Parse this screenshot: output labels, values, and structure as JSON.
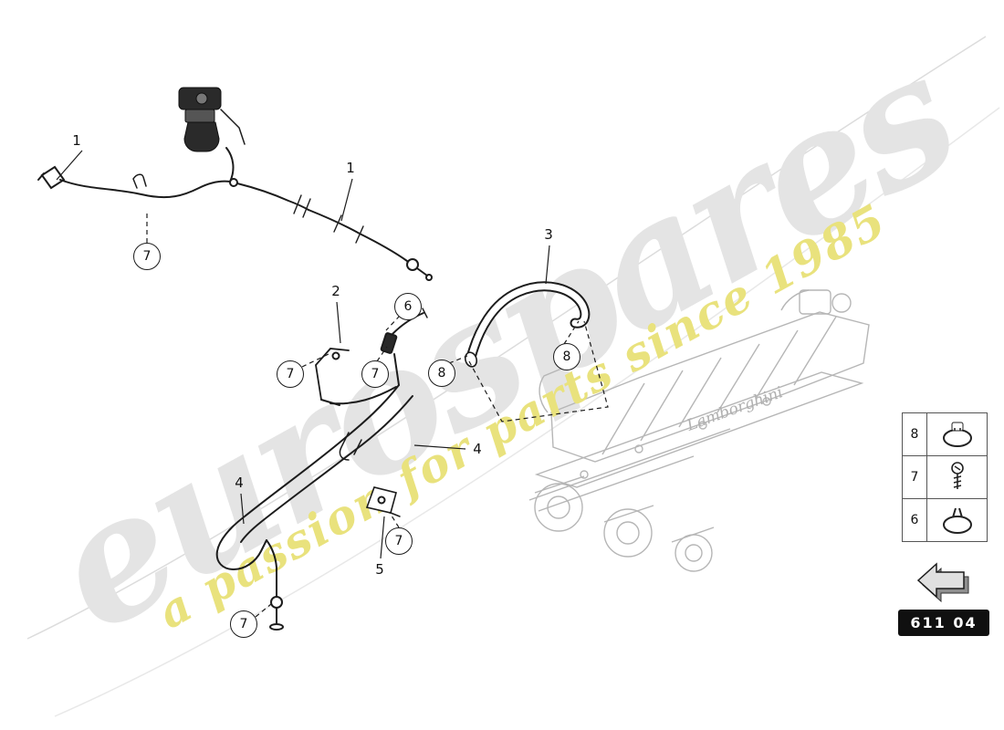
{
  "watermark": {
    "brand": "eurospares",
    "tagline": "a passion for parts since 1985",
    "brand_color": "#e4e4e4",
    "tagline_color": "#e9e27d"
  },
  "engine": {
    "logo_text": "Lamborghini"
  },
  "callouts": {
    "plain": [
      {
        "label": "1"
      },
      {
        "label": "1"
      },
      {
        "label": "2"
      },
      {
        "label": "3"
      },
      {
        "label": "4"
      },
      {
        "label": "4"
      },
      {
        "label": "5"
      }
    ],
    "circled": [
      {
        "label": "7"
      },
      {
        "label": "6"
      },
      {
        "label": "7"
      },
      {
        "label": "7"
      },
      {
        "label": "8"
      },
      {
        "label": "8"
      },
      {
        "label": "7"
      },
      {
        "label": "7"
      }
    ]
  },
  "legend": {
    "rows": [
      {
        "number": "8",
        "icon": "hose-clamp-icon"
      },
      {
        "number": "7",
        "icon": "screw-icon"
      },
      {
        "number": "6",
        "icon": "spring-clamp-icon"
      }
    ]
  },
  "part_box": {
    "code": "611 04"
  },
  "colors": {
    "line": "#1c1c1c",
    "engine_gray": "#b6b6b6"
  }
}
